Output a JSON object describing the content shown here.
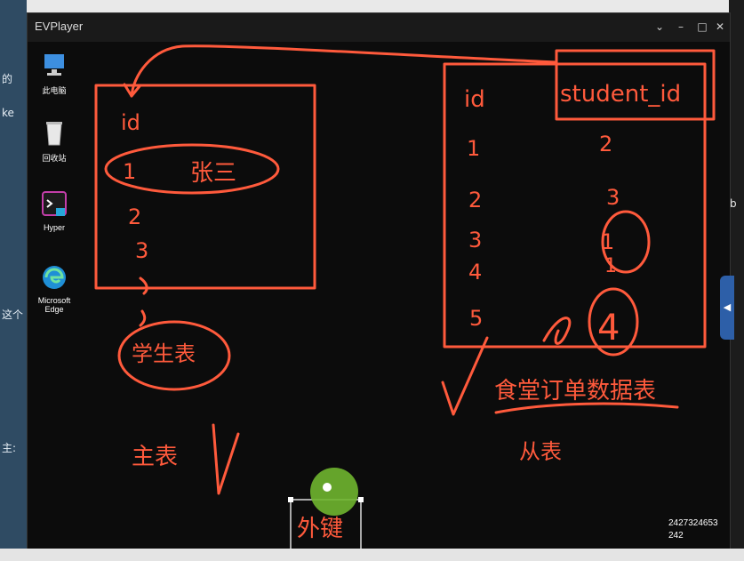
{
  "app": {
    "title": "EVPlayer"
  },
  "desktop_icons": [
    {
      "label": "此电脑",
      "icon": "computer-icon"
    },
    {
      "label": "回收站",
      "icon": "recycle-bin-icon"
    },
    {
      "label": "Hyper",
      "icon": "terminal-icon"
    },
    {
      "label": "Microsoft Edge",
      "icon": "edge-icon"
    }
  ],
  "background_fragments": {
    "left": [
      "的",
      "ke",
      "这个",
      "主:"
    ],
    "right": [
      "b"
    ]
  },
  "main_table": {
    "header": "id",
    "rows": [
      "1",
      "2",
      "3"
    ],
    "row1_name": "张三",
    "label": "学生表",
    "role": "主表"
  },
  "order_table": {
    "header_id": "id",
    "header_fk": "student_id",
    "ids": [
      "1",
      "2",
      "3",
      "4",
      "5"
    ],
    "student_ids": [
      "2",
      "3",
      "1",
      "1",
      "4"
    ],
    "label": "食堂订单数据表",
    "role": "从表"
  },
  "foreign_key_label": "外键",
  "watermark": [
    "2427324653",
    "242"
  ],
  "colors": {
    "ink": "#ff5a3c",
    "board": "#0c0c0c"
  }
}
